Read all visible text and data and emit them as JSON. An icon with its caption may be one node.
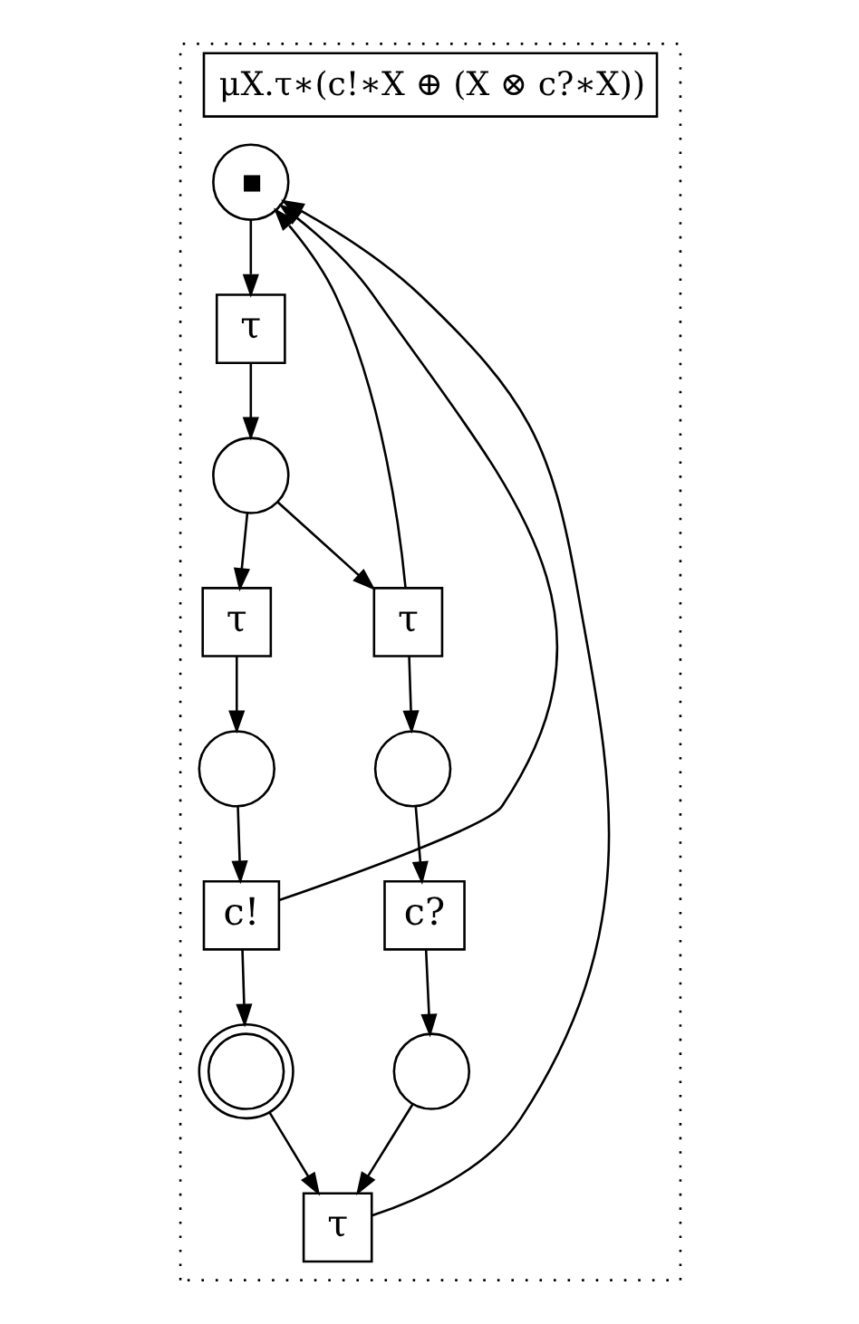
{
  "diagram": {
    "nodes": [
      {
        "text": [
          "μX.τ∗(c!∗X ⊕ (X ⊗ c?∗X))"
        ]
      },
      {
        "text": [],
        "shape": "circle",
        "in": 0
      },
      {
        "text": [
          "τ"
        ],
        "in": 0
      },
      {
        "text": [],
        "shape": "circle",
        "in": 0
      },
      {
        "text": [
          "τ"
        ],
        "in": 0
      },
      {
        "text": [
          "τ"
        ],
        "in": 0
      },
      {
        "text": [],
        "shape": "circle",
        "in": 0
      },
      {
        "text": [],
        "shape": "circle",
        "in": 0
      },
      {
        "text": [
          "c!"
        ],
        "in": 0
      },
      {
        "text": [
          "c?"
        ],
        "in": 0
      },
      {
        "text": [],
        "shape": "circle",
        "in": 0
      },
      {
        "text": [
          "τ"
        ],
        "in": 0
      },
      {
        "text": [],
        "shape": "circle",
        "in": 0
      }
    ],
    "edges": [
      {
        "from": 1,
        "to": 2,
        "arrow": "to"
      },
      {
        "from": 2,
        "to": 3,
        "arrow": "to"
      },
      {
        "from": 3,
        "to": 4,
        "arrow": "to"
      },
      {
        "from": 3,
        "to": 5,
        "arrow": "to"
      },
      {
        "from": 5,
        "to": 1,
        "arrow": "to"
      },
      {
        "from": 4,
        "to": 6,
        "arrow": "to"
      },
      {
        "from": 5,
        "to": 7,
        "arrow": "to"
      },
      {
        "from": 6,
        "to": 8,
        "arrow": "to"
      },
      {
        "from": 8,
        "to": 1,
        "arrow": "to"
      },
      {
        "from": 7,
        "to": 9,
        "arrow": "to"
      },
      {
        "from": 9,
        "to": 10,
        "arrow": "to"
      },
      {
        "from": 10,
        "to": 11,
        "arrow": "to"
      },
      {
        "from": 11,
        "to": 1,
        "arrow": "to"
      },
      {
        "from": 8,
        "to": 12,
        "arrow": "to"
      },
      {
        "from": 12,
        "to": 11,
        "arrow": "to"
      }
    ]
  }
}
